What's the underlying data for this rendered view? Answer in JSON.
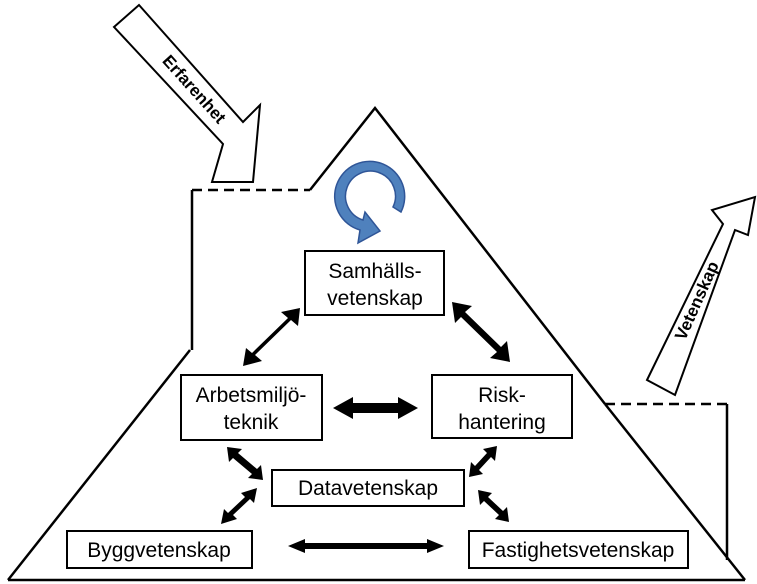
{
  "arrows": {
    "experience": "Erfarenhet",
    "science": "Vetenskap"
  },
  "nodes": {
    "social_science": [
      "Samhälls-",
      "vetenskap"
    ],
    "work_environment": [
      "Arbetsmiljö-",
      "teknik"
    ],
    "risk_management": [
      "Risk-",
      "hantering"
    ],
    "computer_science": "Datavetenskap",
    "building_science": "Byggvetenskap",
    "real_estate_science": "Fastighetsvetenskap"
  },
  "colors": {
    "cycle_icon": "#4f81bd",
    "cycle_icon_stroke": "#2f5597",
    "lines": "#000000"
  }
}
